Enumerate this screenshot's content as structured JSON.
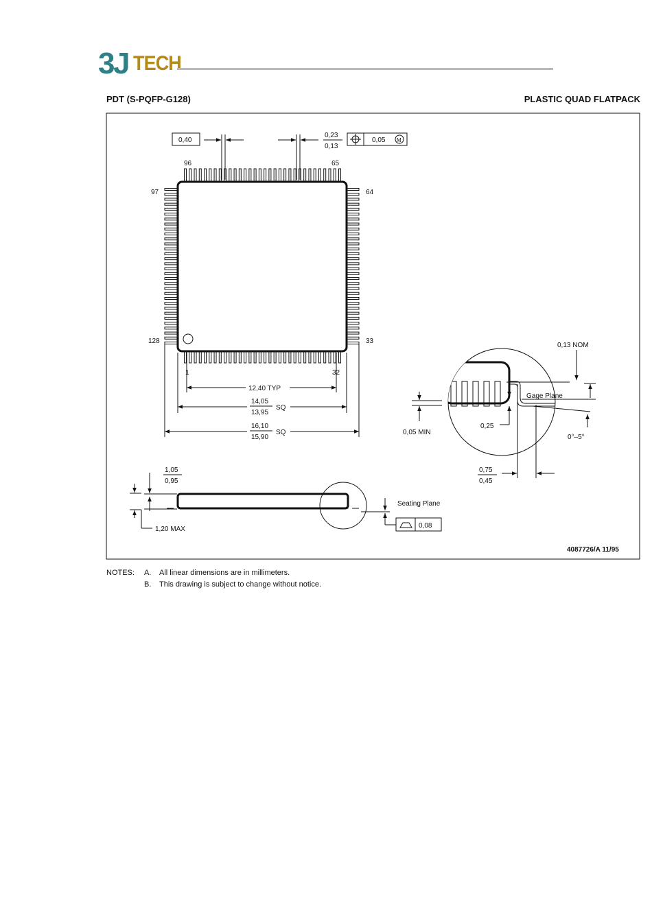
{
  "logo": {
    "digit": "3",
    "letter": "J",
    "word": "TECH"
  },
  "header": {
    "package_id": "PDT (S-PQFP-G128)",
    "package_name": "PLASTIC QUAD FLATPACK"
  },
  "top_view": {
    "pitch": "0,40",
    "lead_width_max": "0,23",
    "lead_width_min": "0,13",
    "position_tolerance": "0,05",
    "mmc_symbol": "M",
    "pins": {
      "p96": "96",
      "p65": "65",
      "p97": "97",
      "p64": "64",
      "p128": "128",
      "p33": "33",
      "p1": "1",
      "p32": "32"
    },
    "typ_span": "12,40 TYP",
    "body_max": "14,05",
    "body_min": "13,95",
    "body_suffix": "SQ",
    "lead_max": "16,10",
    "lead_min": "15,90",
    "lead_suffix": "SQ"
  },
  "side_view": {
    "height_max": "1,05",
    "height_min": "0,95",
    "overall_max": "1,20 MAX",
    "seating_plane": "Seating Plane",
    "coplanarity": "0,08"
  },
  "detail": {
    "thickness": "0,13 NOM",
    "gage_plane": "Gage Plane",
    "standoff": "0,05 MIN",
    "gage_height": "0,25",
    "angle": "0°–5°",
    "foot_max": "0,75",
    "foot_min": "0,45"
  },
  "drawing_ref": "4087726/A 11/95",
  "notes": {
    "label": "NOTES:",
    "items": [
      {
        "letter": "A.",
        "text": "All linear dimensions are in millimeters."
      },
      {
        "letter": "B.",
        "text": "This drawing is subject to change without notice."
      }
    ]
  },
  "colors": {
    "logo_teal": "#2f7f87",
    "logo_gold": "#b48a1c",
    "rule_gray": "#b9b9b9"
  }
}
